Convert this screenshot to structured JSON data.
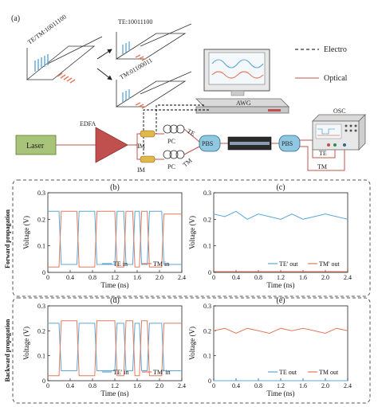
{
  "schematic": {
    "panel_label": "(a)",
    "bits_combined": "TE/TM:10011100",
    "bits_te": "TE:10011100",
    "bits_tm": "TM:01100011",
    "legend_electro": "Electro",
    "legend_optical": "Optical",
    "awg": "AWG",
    "osc": "OSC",
    "laser": "Laser",
    "edfa": "EDFA",
    "im1": "IM",
    "im2": "IM",
    "pc1": "PC",
    "pc2": "PC",
    "pbs1": "PBS",
    "pbs2": "PBS",
    "te_left": "TE",
    "tm_left": "TM",
    "te_right": "TE",
    "tm_right": "TM",
    "colors": {
      "te": "#5aa8d8",
      "tm": "#e07a5f",
      "electro": "#000000",
      "optical": "#c0504d",
      "pbs": "#8fc8e0",
      "laser": "#a8c37a",
      "edfa": "#c0504d"
    }
  },
  "sections": {
    "forward": "Forward propagation",
    "backward": "Backward propagation"
  },
  "chart_data": [
    {
      "id": "b",
      "panel_label": "(b)",
      "type": "line",
      "xlabel": "Time (ns)",
      "ylabel": "Voltage (V)",
      "xlim": [
        0,
        2.4
      ],
      "ylim": [
        0,
        0.3
      ],
      "xticks": [
        "0",
        "0.4",
        "0.8",
        "1.2",
        "1.6",
        "2.0",
        "2.4"
      ],
      "yticks": [
        "0",
        "0.1",
        "0.2",
        "0.3"
      ],
      "legend": "bottom-right",
      "series": [
        {
          "name": "TE in",
          "color": "#5aa8d8",
          "x": [
            0,
            0.2,
            0.24,
            0.52,
            0.56,
            0.84,
            0.88,
            1.2,
            1.24,
            1.36,
            1.4,
            1.52,
            1.56,
            1.64,
            1.68,
            1.78,
            1.82,
            2.04,
            2.08,
            2.4
          ],
          "y": [
            0.23,
            0.23,
            0.03,
            0.03,
            0.23,
            0.23,
            0.03,
            0.03,
            0.23,
            0.23,
            0.03,
            0.03,
            0.23,
            0.23,
            0.03,
            0.03,
            0.23,
            0.23,
            0.03,
            0.03
          ]
        },
        {
          "name": "TM in",
          "color": "#e07a5f",
          "x": [
            0,
            0.2,
            0.24,
            0.52,
            0.56,
            0.84,
            0.88,
            1.2,
            1.24,
            1.36,
            1.4,
            1.52,
            1.56,
            1.64,
            1.68,
            1.78,
            1.82,
            2.04,
            2.08,
            2.4
          ],
          "y": [
            0.02,
            0.02,
            0.23,
            0.23,
            0.02,
            0.02,
            0.23,
            0.23,
            0.02,
            0.02,
            0.23,
            0.23,
            0.02,
            0.02,
            0.23,
            0.23,
            0.02,
            0.02,
            0.22,
            0.22
          ]
        }
      ]
    },
    {
      "id": "c",
      "panel_label": "(c)",
      "type": "line",
      "xlabel": "Time (ns)",
      "ylabel": "Voltage (V)",
      "xlim": [
        0,
        2.4
      ],
      "ylim": [
        0,
        0.3
      ],
      "xticks": [
        "0",
        "0.4",
        "0.8",
        "1.2",
        "1.6",
        "2.0",
        "2.4"
      ],
      "yticks": [
        "0",
        "0.1",
        "0.2",
        "0.3"
      ],
      "legend": "bottom-right",
      "series": [
        {
          "name": "TE' out",
          "color": "#5aa8d8",
          "x": [
            0,
            0.2,
            0.4,
            0.6,
            0.8,
            1.0,
            1.2,
            1.4,
            1.6,
            1.8,
            2.0,
            2.2,
            2.4
          ],
          "y": [
            0.22,
            0.21,
            0.23,
            0.2,
            0.22,
            0.21,
            0.2,
            0.22,
            0.2,
            0.21,
            0.22,
            0.21,
            0.2
          ]
        },
        {
          "name": "TM' out",
          "color": "#e07a5f",
          "x": [
            0,
            2.4
          ],
          "y": [
            0.003,
            0.003
          ]
        }
      ]
    },
    {
      "id": "d",
      "panel_label": "(d)",
      "type": "line",
      "xlabel": "Time (ns)",
      "ylabel": "Voltage (V)",
      "xlim": [
        0,
        2.4
      ],
      "ylim": [
        0,
        0.3
      ],
      "xticks": [
        "0",
        "0.4",
        "0.8",
        "1.2",
        "1.6",
        "2.0",
        "2.4"
      ],
      "yticks": [
        "0",
        "0.1",
        "0.2",
        "0.3"
      ],
      "legend": "bottom-right",
      "series": [
        {
          "name": "TE' in",
          "color": "#5aa8d8",
          "x": [
            0,
            0.2,
            0.24,
            0.52,
            0.56,
            0.84,
            0.88,
            1.2,
            1.24,
            1.36,
            1.4,
            1.52,
            1.56,
            1.64,
            1.68,
            1.78,
            1.82,
            2.04,
            2.08,
            2.4
          ],
          "y": [
            0.23,
            0.23,
            0.04,
            0.04,
            0.23,
            0.23,
            0.04,
            0.04,
            0.23,
            0.23,
            0.04,
            0.04,
            0.23,
            0.23,
            0.04,
            0.04,
            0.23,
            0.23,
            0.04,
            0.04
          ]
        },
        {
          "name": "TM' in",
          "color": "#e07a5f",
          "x": [
            0,
            0.2,
            0.24,
            0.52,
            0.56,
            0.84,
            0.88,
            1.2,
            1.24,
            1.36,
            1.4,
            1.52,
            1.56,
            1.64,
            1.68,
            1.78,
            1.82,
            2.04,
            2.08,
            2.4
          ],
          "y": [
            0.02,
            0.02,
            0.24,
            0.24,
            0.02,
            0.02,
            0.24,
            0.24,
            0.02,
            0.02,
            0.24,
            0.24,
            0.02,
            0.02,
            0.24,
            0.24,
            0.02,
            0.02,
            0.23,
            0.23
          ]
        }
      ]
    },
    {
      "id": "e",
      "panel_label": "(e)",
      "type": "line",
      "xlabel": "Time (ns)",
      "ylabel": "Voltage (V)",
      "xlim": [
        0,
        2.4
      ],
      "ylim": [
        0,
        0.3
      ],
      "xticks": [
        "0",
        "0.4",
        "0.8",
        "1.2",
        "1.6",
        "2.0",
        "2.4"
      ],
      "yticks": [
        "0",
        "0.1",
        "0.2",
        "0.3"
      ],
      "legend": "bottom-right",
      "series": [
        {
          "name": "TE out",
          "color": "#5aa8d8",
          "x": [
            0,
            2.4
          ],
          "y": [
            0.0,
            0.0
          ]
        },
        {
          "name": "TM out",
          "color": "#e07a5f",
          "x": [
            0,
            0.2,
            0.4,
            0.6,
            0.8,
            1.0,
            1.2,
            1.4,
            1.6,
            1.8,
            2.0,
            2.2,
            2.4
          ],
          "y": [
            0.2,
            0.21,
            0.19,
            0.21,
            0.2,
            0.19,
            0.21,
            0.2,
            0.21,
            0.2,
            0.19,
            0.21,
            0.2
          ]
        }
      ]
    }
  ]
}
